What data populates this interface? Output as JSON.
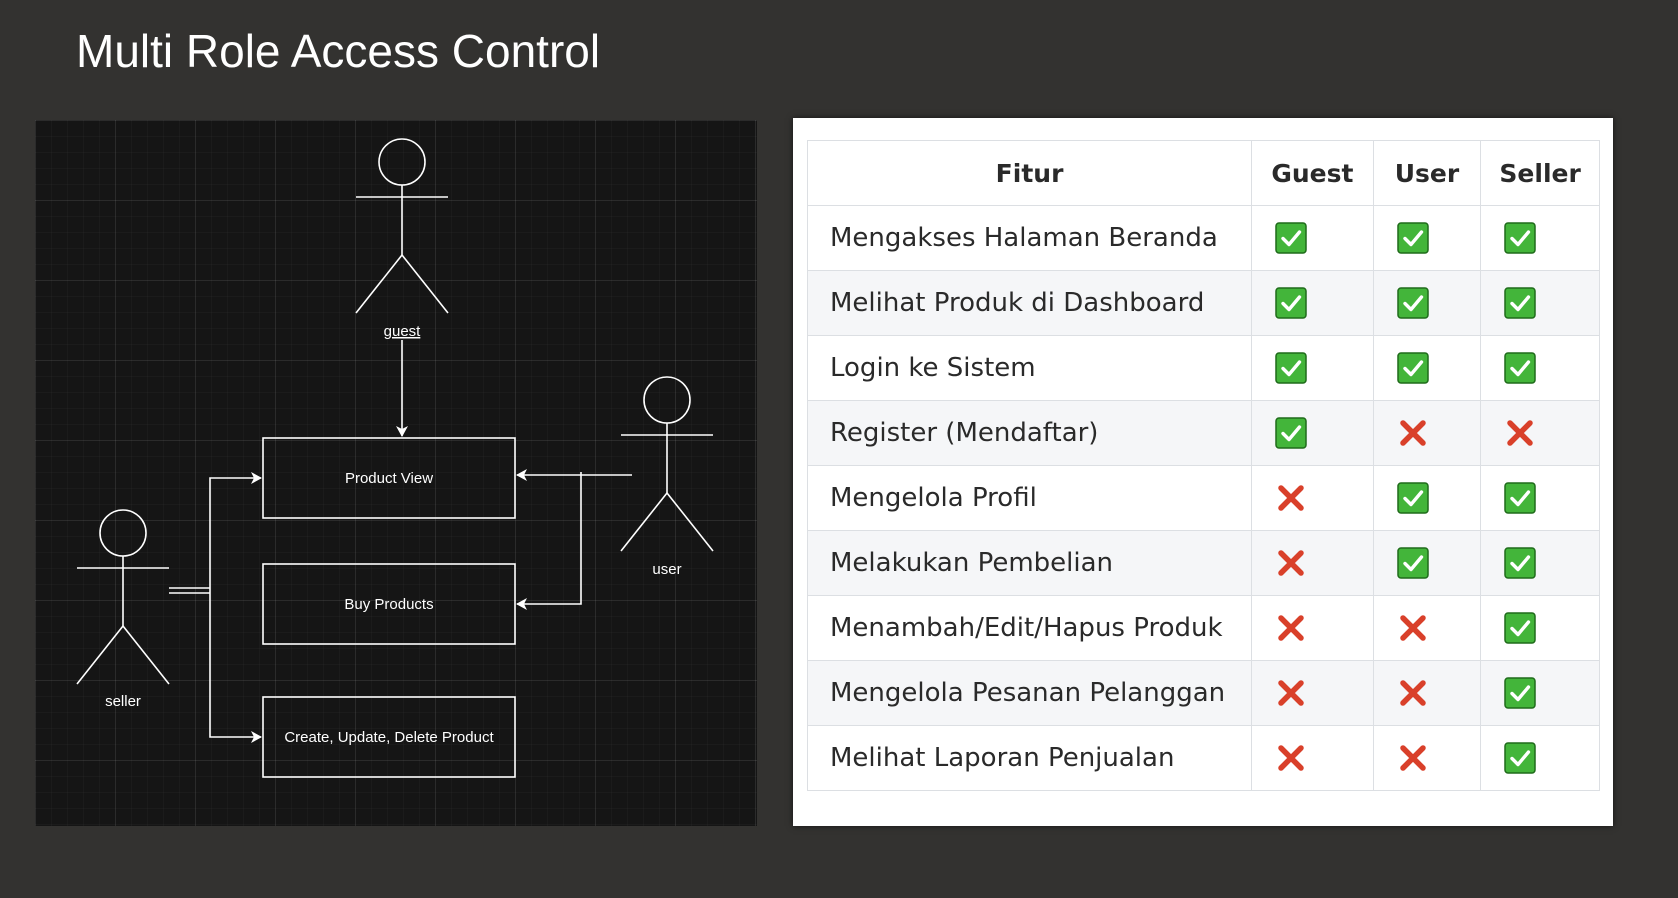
{
  "title": "Multi Role Access Control",
  "diagram": {
    "actors": {
      "guest": "guest",
      "user": "user",
      "seller": "seller"
    },
    "use_cases": {
      "product_view": "Product View",
      "buy_products": "Buy Products",
      "crud_product": "Create, Update, Delete Product"
    }
  },
  "table": {
    "headers": [
      "Fitur",
      "Guest",
      "User",
      "Seller"
    ],
    "rows": [
      {
        "feature": "Mengakses Halaman Beranda",
        "guest": true,
        "user": true,
        "seller": true
      },
      {
        "feature": "Melihat Produk di Dashboard",
        "guest": true,
        "user": true,
        "seller": true
      },
      {
        "feature": "Login ke Sistem",
        "guest": true,
        "user": true,
        "seller": true
      },
      {
        "feature": "Register (Mendaftar)",
        "guest": true,
        "user": false,
        "seller": false
      },
      {
        "feature": "Mengelola Profil",
        "guest": false,
        "user": true,
        "seller": true
      },
      {
        "feature": "Melakukan Pembelian",
        "guest": false,
        "user": true,
        "seller": true
      },
      {
        "feature": "Menambah/Edit/Hapus Produk",
        "guest": false,
        "user": false,
        "seller": true
      },
      {
        "feature": "Mengelola Pesanan Pelanggan",
        "guest": false,
        "user": false,
        "seller": true
      },
      {
        "feature": "Melihat Laporan Penjualan",
        "guest": false,
        "user": false,
        "seller": true
      }
    ]
  },
  "icons": {
    "allowed": "check-mark-icon",
    "denied": "cross-mark-icon"
  },
  "colors": {
    "background": "#333230",
    "check_green": "#43b53a",
    "cross_red": "#d9402a"
  }
}
